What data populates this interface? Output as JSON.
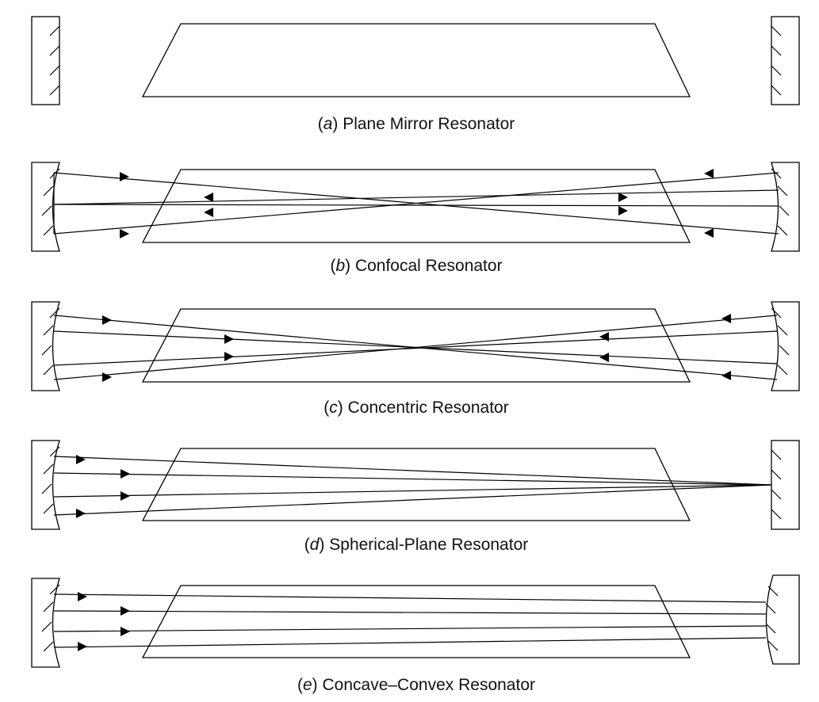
{
  "colors": {
    "stroke": "#000000",
    "background": "#ffffff"
  },
  "panels": [
    {
      "id": "a",
      "letter": "a",
      "title": "Plane Mirror Resonator",
      "left_mirror": "plane",
      "right_mirror": "plane",
      "ray_count": 0
    },
    {
      "id": "b",
      "letter": "b",
      "title": "Confocal Resonator",
      "left_mirror": "concave",
      "right_mirror": "concave",
      "ray_count": 4
    },
    {
      "id": "c",
      "letter": "c",
      "title": "Concentric Resonator",
      "left_mirror": "concave",
      "right_mirror": "concave",
      "ray_count": 4
    },
    {
      "id": "d",
      "letter": "d",
      "title": "Spherical-Plane Resonator",
      "left_mirror": "concave",
      "right_mirror": "plane",
      "ray_count": 4
    },
    {
      "id": "e",
      "letter": "e",
      "title": "Concave–Convex Resonator",
      "left_mirror": "concave",
      "right_mirror": "convex",
      "ray_count": 4
    }
  ]
}
